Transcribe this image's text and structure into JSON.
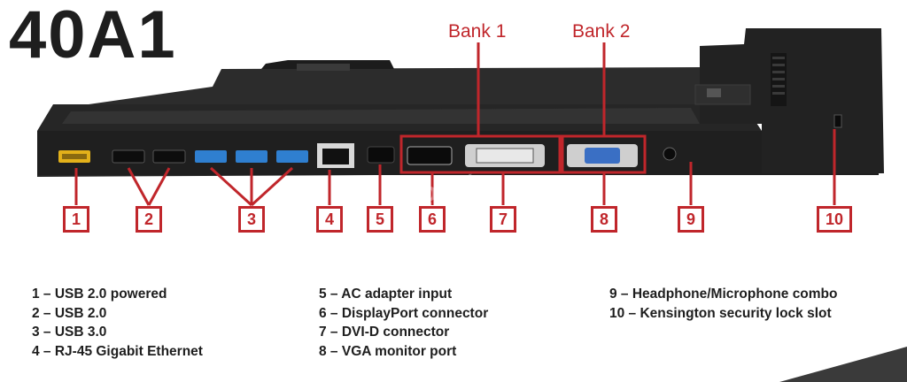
{
  "title": "40A1",
  "banks": {
    "bank1": "Bank 1",
    "bank2": "Bank 2"
  },
  "callouts": [
    "1",
    "2",
    "3",
    "4",
    "5",
    "6",
    "7",
    "8",
    "9",
    "10"
  ],
  "legend": {
    "col1": [
      "1 – USB 2.0 powered",
      "2 – USB 2.0",
      "3 – USB 3.0",
      "4 – RJ-45 Gigabit Ethernet"
    ],
    "col2": [
      "5 – AC adapter input",
      "6 – DisplayPort connector",
      "7 – DVI-D connector",
      "8 – VGA monitor port"
    ],
    "col3": [
      "9 – Headphone/Microphone combo",
      "10 – Kensington security lock slot"
    ]
  },
  "watermark": "chợTỐT",
  "colors": {
    "accent": "#c0262b",
    "dock": "#2a2a2a",
    "usb3": "#2f7fd0",
    "usb2_powered": "#e3b11a",
    "vga": "#3a6fc4"
  }
}
